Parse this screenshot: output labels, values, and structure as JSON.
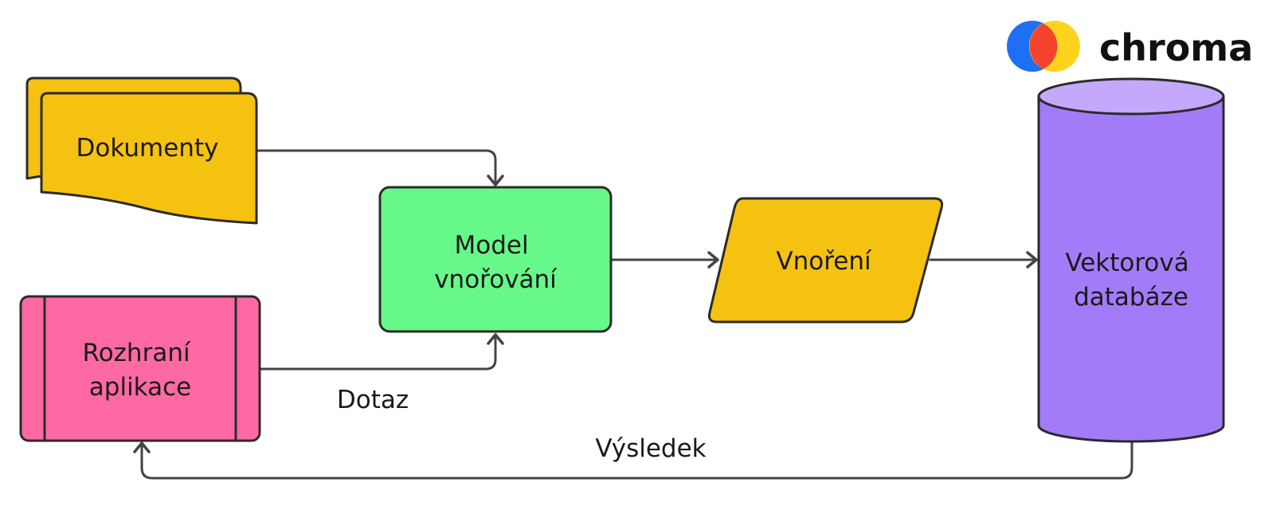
{
  "logo": {
    "text": "chroma",
    "colors": {
      "blue": "#1E6FF2",
      "red": "#F4452C",
      "yellow": "#FFD21E"
    }
  },
  "nodes": {
    "documents": {
      "label": "Dokumenty",
      "shape": "multi-document",
      "color": "#F5C211"
    },
    "embedding_model": {
      "label_lines": [
        "Model",
        "vnořování"
      ],
      "shape": "rounded-rectangle",
      "color": "#66F98A"
    },
    "embeddings": {
      "label": "Vnoření",
      "shape": "parallelogram",
      "color": "#F5C211"
    },
    "vector_db": {
      "label_lines": [
        "Vektorová",
        "databáze"
      ],
      "shape": "cylinder",
      "color": "#A27CF8",
      "top_color": "#C3A8FB"
    },
    "app_interface": {
      "label_lines": [
        "Rozhraní",
        "aplikace"
      ],
      "shape": "predefined-process",
      "color": "#FF69A3"
    }
  },
  "edges": {
    "query_label": "Dotaz",
    "result_label": "Výsledek",
    "stroke_color": "#444444"
  }
}
